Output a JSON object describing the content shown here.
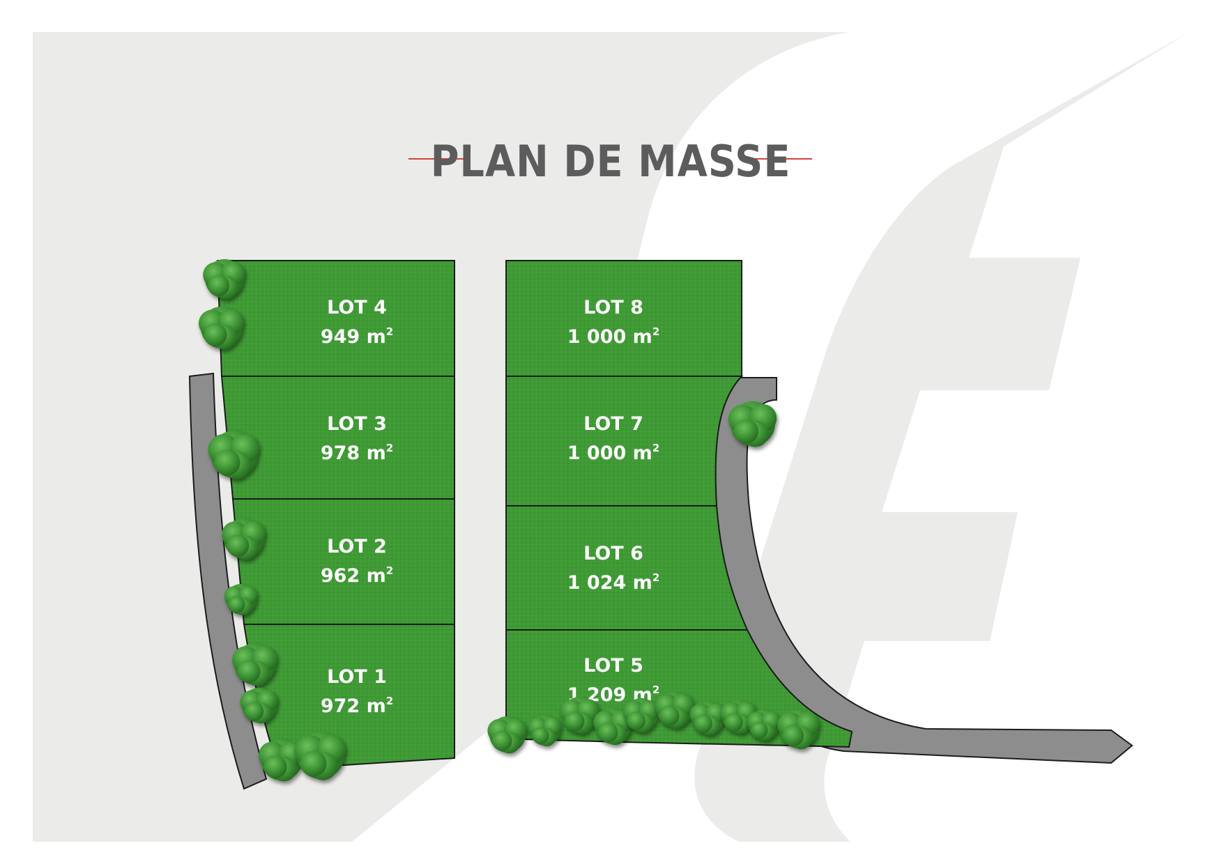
{
  "title": "PLAN DE MASSE",
  "colors": {
    "panel": "#ebebe9",
    "logo": "#ffffff",
    "title": "#5c5c5c",
    "title_rule": "#d2433f",
    "lawn": "#3f9a35",
    "lawn_dark": "#2f7d27",
    "road": "#8d8d8d",
    "outline": "#1b1b1b",
    "tree": "#3a8f32",
    "tree_light": "#6cc05a"
  },
  "lots": [
    {
      "id": "lot-4",
      "name": "LOT 4",
      "area": "949 m",
      "unit_sup": "2"
    },
    {
      "id": "lot-3",
      "name": "LOT 3",
      "area": "978 m",
      "unit_sup": "2"
    },
    {
      "id": "lot-2",
      "name": "LOT 2",
      "area": "962 m",
      "unit_sup": "2"
    },
    {
      "id": "lot-1",
      "name": "LOT 1",
      "area": "972 m",
      "unit_sup": "2"
    },
    {
      "id": "lot-8",
      "name": "LOT 8",
      "area": "1 000 m",
      "unit_sup": "2"
    },
    {
      "id": "lot-7",
      "name": "LOT 7",
      "area": "1 000 m",
      "unit_sup": "2"
    },
    {
      "id": "lot-6",
      "name": "LOT 6",
      "area": "1 024 m",
      "unit_sup": "2"
    },
    {
      "id": "lot-5",
      "name": "LOT 5",
      "area": "1 209 m",
      "unit_sup": "2"
    }
  ]
}
